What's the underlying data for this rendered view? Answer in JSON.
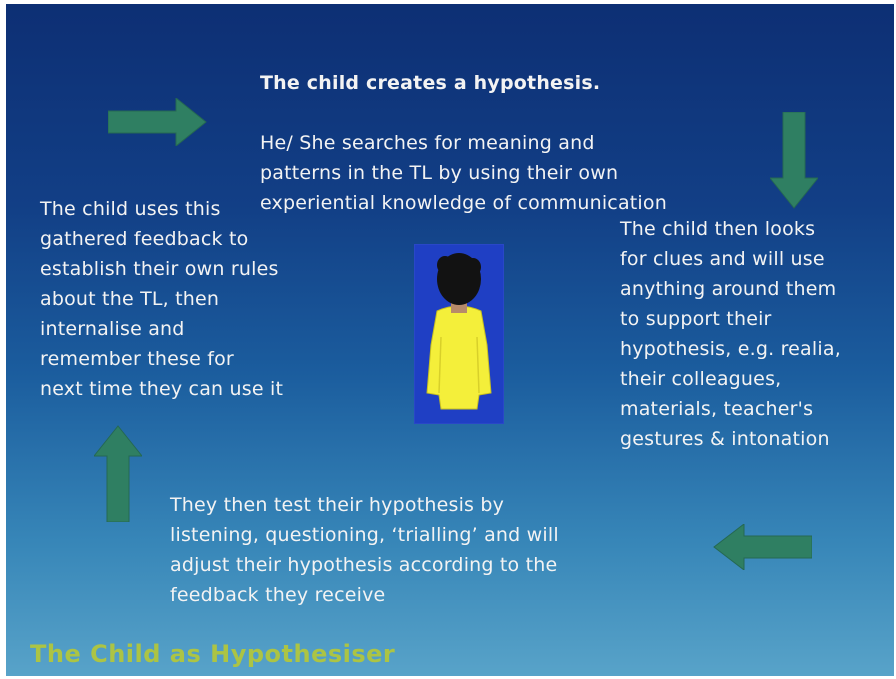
{
  "steps": {
    "hypothesis_title": "The child creates a hypothesis.",
    "hypothesis_text": "He/ She searches for meaning and\npatterns in the TL by using their own\nexperiential knowledge of communication",
    "clues_text": "The child then looks\nfor clues and will use\nanything around them\nto support their\nhypothesis, e.g. realia,\ntheir colleagues,\nmaterials, teacher's\ngestures & intonation",
    "test_text": "They then test their hypothesis by\nlistening, questioning, ‘trialling’ and will\nadjust their hypothesis according to the\nfeedback they receive",
    "rules_text": "The child uses this\ngathered feedback to\nestablish their own rules\nabout the TL, then\ninternalise and\nremember these for\nnext time they can use it"
  },
  "slide_title": "The Child as Hypothesiser",
  "colors": {
    "background_top": "#0d2f74",
    "background_bottom": "#58a3c9",
    "arrow": "#2f7f62",
    "text": "#f3f3f3",
    "title": "#bccb2e",
    "figure_box": "#1f3fc4",
    "child_shirt": "#f4ef3a",
    "child_hair": "#121212"
  },
  "icons": [
    "arrow-right-icon",
    "arrow-down-icon",
    "arrow-left-icon",
    "arrow-up-icon",
    "child-figure-icon"
  ]
}
